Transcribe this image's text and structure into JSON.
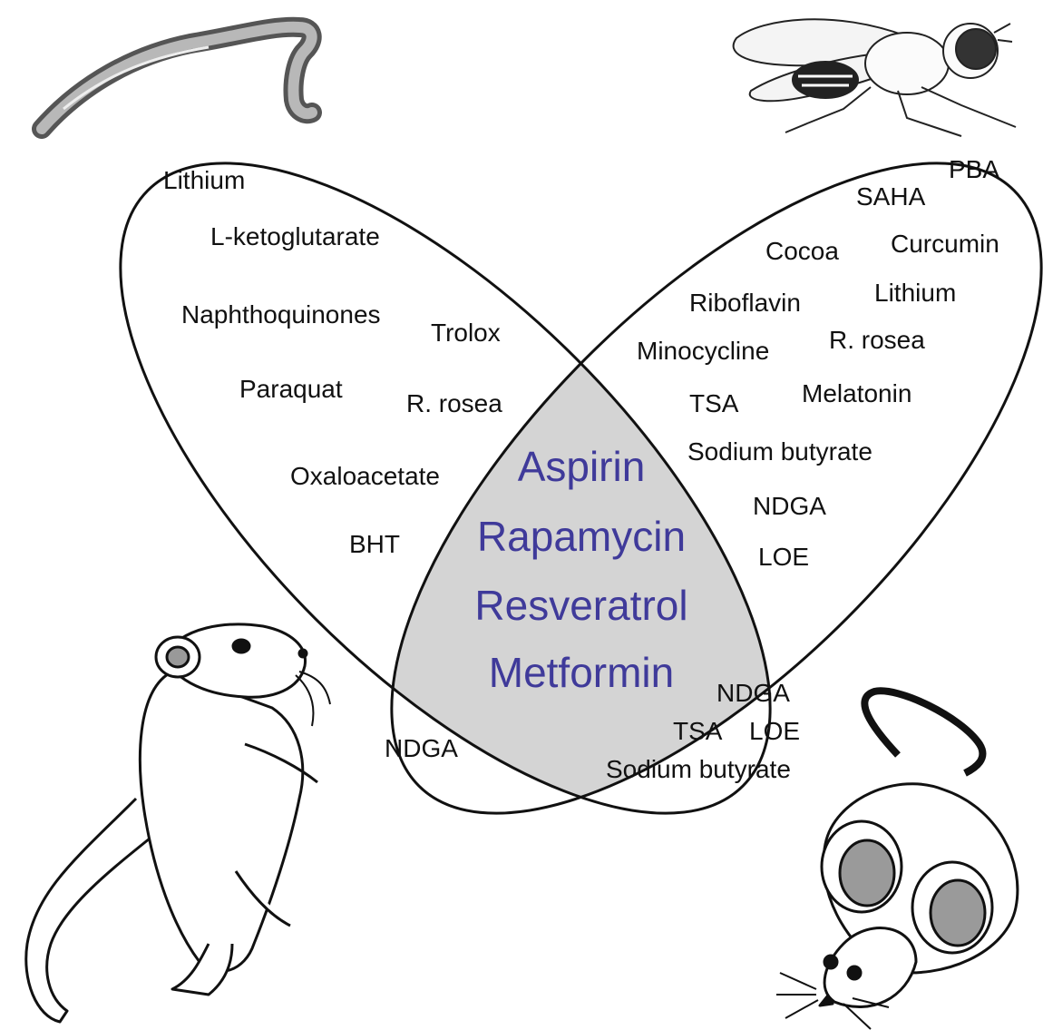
{
  "colors": {
    "background": "#ffffff",
    "outline": "#111111",
    "overlap_fill": "#d4d4d4",
    "center_text": "#3f3a9a",
    "label_text": "#111111"
  },
  "icons": {
    "worm": "nematode-worm-illustration",
    "fly": "fruit-fly-illustration",
    "rat": "rat-illustration",
    "mouse": "mouse-illustration"
  },
  "sets": {
    "worm": {
      "labels": [
        "Lithium",
        "L-ketoglutarate",
        "Naphthoquinones",
        "Trolox",
        "Paraquat",
        "R. rosea",
        "Oxaloacetate",
        "BHT"
      ]
    },
    "fly": {
      "labels": [
        "PBA",
        "SAHA",
        "Cocoa",
        "Curcumin",
        "Riboflavin",
        "Lithium",
        "Minocycline",
        "R. rosea",
        "TSA",
        "Melatonin",
        "Sodium butyrate",
        "NDGA",
        "LOE"
      ]
    },
    "rat": {
      "labels": [
        "NDGA"
      ]
    },
    "mouse": {
      "labels": [
        "NDGA",
        "TSA",
        "LOE",
        "Sodium butyrate"
      ]
    }
  },
  "center": {
    "labels": [
      "Aspirin",
      "Rapamycin",
      "Resveratrol",
      "Metformin"
    ]
  }
}
